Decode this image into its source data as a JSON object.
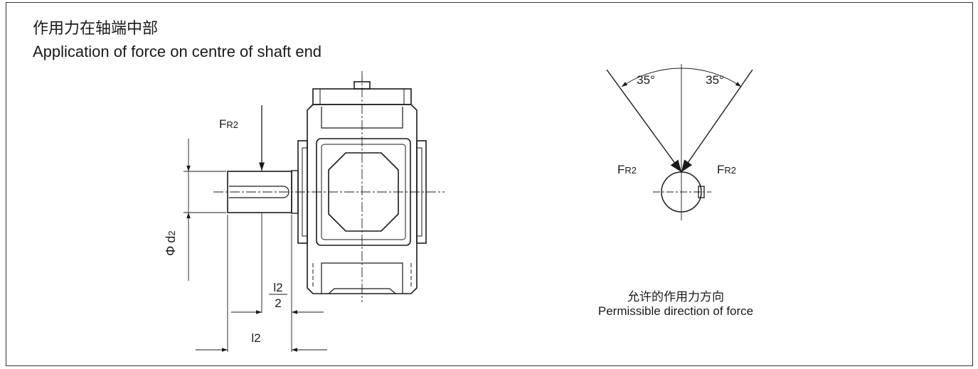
{
  "title": {
    "cn": "作用力在轴端中部",
    "en": "Application of force on centre of shaft end"
  },
  "labels": {
    "force": "F",
    "force_sub": "R2",
    "diameter_symbol": "Φ",
    "diameter_var": "d",
    "diameter_sub": "2",
    "length_var": "l2",
    "half_num": "l2",
    "half_den": "2"
  },
  "angles": {
    "left": "35°",
    "right": "35°"
  },
  "caption": {
    "cn": "允许的作用力方向",
    "en": "Permissible direction of force"
  }
}
